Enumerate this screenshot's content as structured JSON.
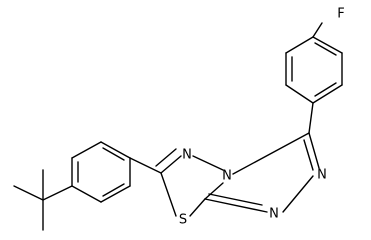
{
  "molecule": {
    "atoms": {
      "fluorine": "F",
      "sulfur": "S",
      "nitrogen_1": "N",
      "nitrogen_2": "N",
      "nitrogen_3": "N",
      "nitrogen_4": "N"
    },
    "colors": {
      "bond": "#000000",
      "label": "#000000",
      "background": "#ffffff"
    }
  }
}
